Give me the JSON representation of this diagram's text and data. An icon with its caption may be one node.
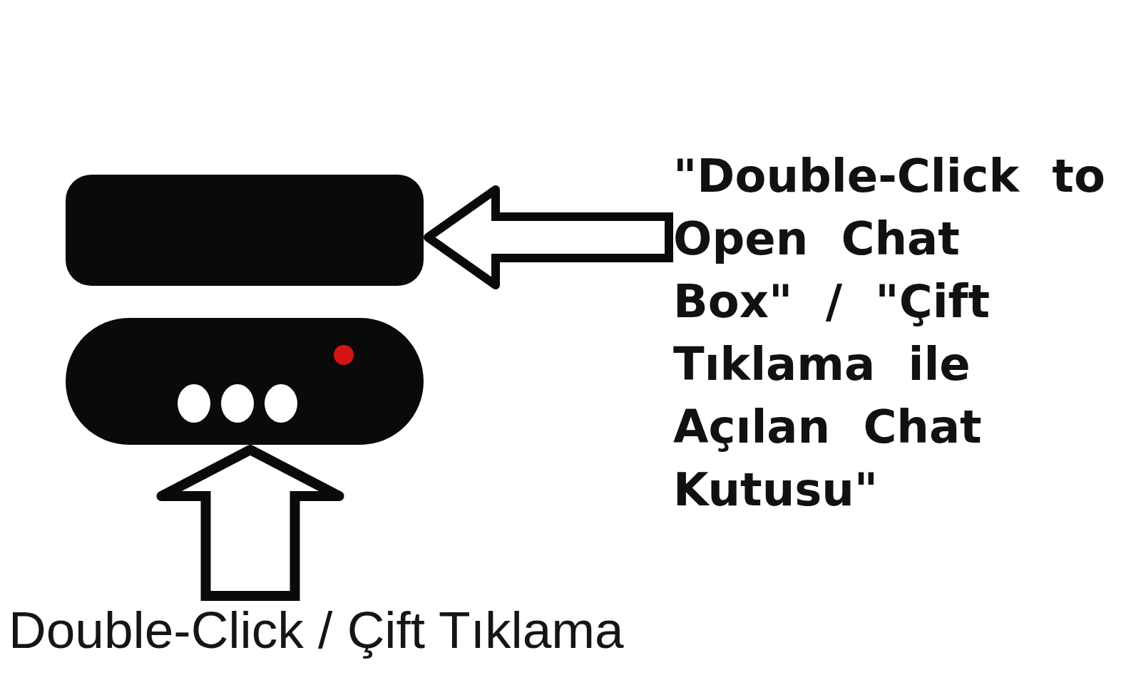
{
  "diagram": {
    "nodes": [
      {
        "text": [],
        "shape": "bar"
      },
      {
        "text": [],
        "shape": "bar"
      },
      {
        "text": [
          "\"Double-Click to Open Chat Box\" / \"Çift Tıklama ile Açılan Chat Kutusu\""
        ]
      },
      {
        "text": [
          "Double-Click / Çift Tıklama"
        ]
      }
    ],
    "edges": [
      {
        "from": 2,
        "to": 0,
        "arrow": "to"
      },
      {
        "from": 3,
        "to": 1,
        "arrow": "to"
      }
    ]
  }
}
